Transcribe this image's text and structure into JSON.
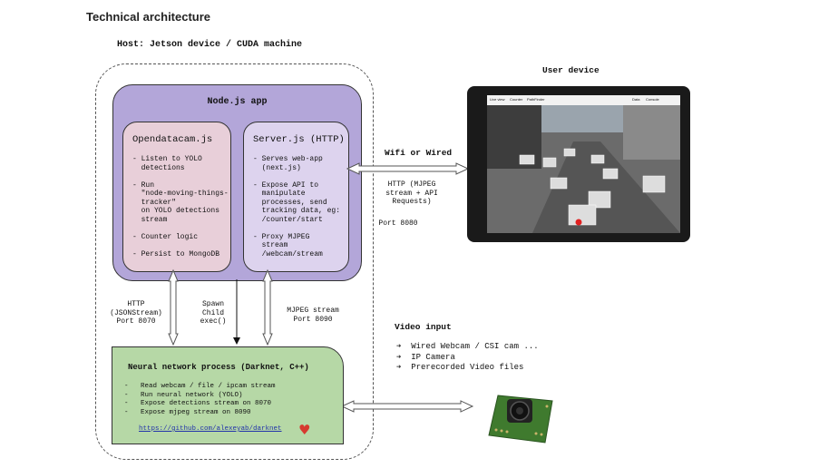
{
  "title": "Technical architecture",
  "host_label": "Host: Jetson device / CUDA machine",
  "node_app": {
    "title": "Node.js app",
    "opendatacam": {
      "title": "Opendatacam.js",
      "items": "- Listen to YOLO\n  detections\n\n- Run\n  \"node-moving-things-\n  tracker\"\n  on YOLO detections\n  stream\n\n- Counter logic\n\n- Persist to MongoDB"
    },
    "server": {
      "title": "Server.js (HTTP)",
      "items": "- Serves web-app\n  (next.js)\n\n- Expose API to\n  manipulate\n  processes, send\n  tracking data, eg:\n  /counter/start\n\n- Proxy MJPEG\n  stream\n  /webcam/stream"
    }
  },
  "connections": {
    "http_json": "HTTP\n(JSONStream)\nPort 8070",
    "spawn": "Spawn\nChild\nexec()",
    "mjpeg": "MJPEG stream\nPort 8090",
    "wifi_title": "Wifi or Wired",
    "wifi_detail": "HTTP (MJPEG\nstream + API\nRequests)",
    "wifi_port": "Port 8080"
  },
  "neural_network": {
    "title": "Neural network process (Darknet, C++)",
    "items": "-   Read webcam / file / ipcam stream\n-   Run neural network (YOLO)\n-   Expose detections stream on 8070\n-   Expose mjpeg stream on 8090",
    "link": "https://github.com/alexeyab/darknet"
  },
  "user_device": {
    "label": "User device",
    "nav": [
      "Live view",
      "Counter",
      "PathFinder"
    ],
    "nav_right": [
      "Data",
      "Console"
    ]
  },
  "video_input": {
    "title": "Video input",
    "items": [
      "Wired Webcam / CSI cam ...",
      "IP Camera",
      "Prerecorded Video files"
    ]
  },
  "colors": {
    "node_app": "#b3a6d9",
    "opendatacam": "#e8cfd9",
    "server": "#ddd3ee",
    "neural_network": "#b6d8a6",
    "heart": "#d63a2f"
  }
}
